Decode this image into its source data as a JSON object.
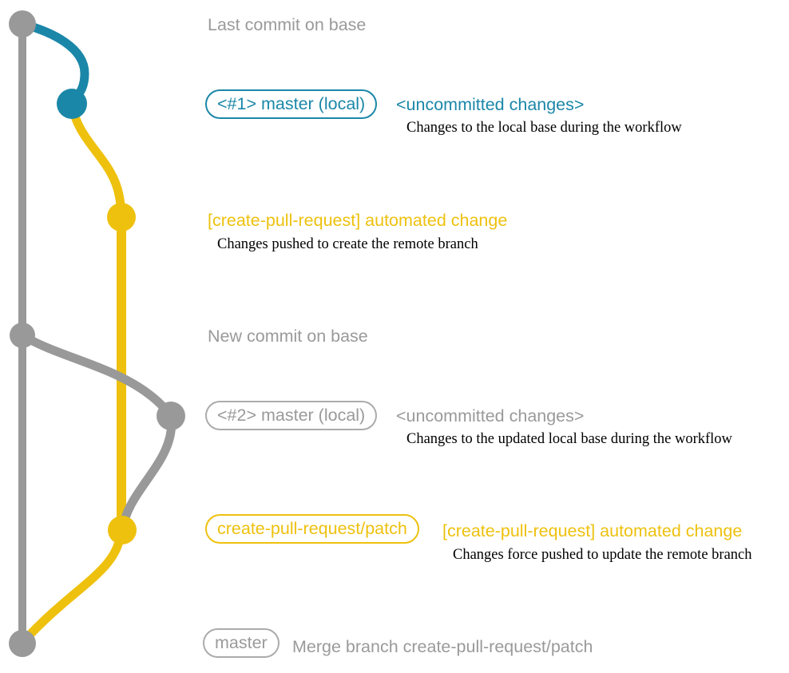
{
  "colors": {
    "teal": "#1b87a8",
    "yellow": "#eec10e",
    "gray": "#9a9a9a",
    "graphgray": "#999999",
    "ink": "#000000",
    "background": "#ffffff"
  },
  "annotations": {
    "last_commit": {
      "label": "Last commit on base"
    },
    "step1": {
      "badge": "<#1> master (local)",
      "heading": "<uncommitted changes>",
      "description": "Changes to the local base during the workflow"
    },
    "step2": {
      "heading": "[create-pull-request] automated change",
      "description": "Changes pushed to create the remote branch"
    },
    "new_commit": {
      "label": "New commit on base"
    },
    "step3": {
      "badge": "<#2> master (local)",
      "heading": "<uncommitted changes>",
      "description": "Changes to the updated local base during the workflow"
    },
    "step4": {
      "badge": "create-pull-request/patch",
      "heading": "[create-pull-request] automated change",
      "description": "Changes force pushed to update the remote branch"
    },
    "merge": {
      "badge": "master",
      "label": "Merge branch create-pull-request/patch"
    }
  }
}
